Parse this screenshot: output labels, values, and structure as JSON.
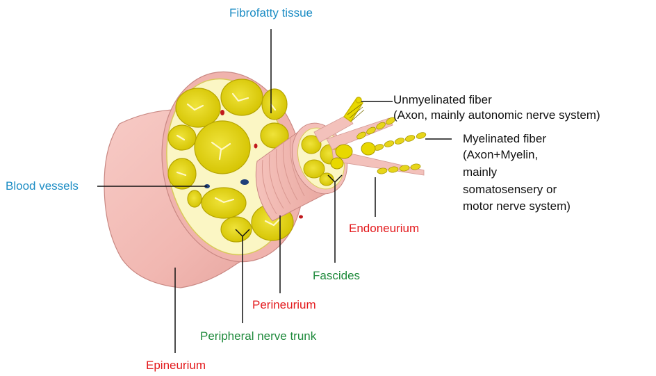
{
  "labels": {
    "fibrofatty": "Fibrofatty tissue",
    "unmyelinated_1": "Unmyelinated fiber",
    "unmyelinated_2": "(Axon, mainly autonomic  nerve system)",
    "myelinated_1": "Myelinated fiber",
    "myelinated_2": "(Axon+Myelin,",
    "myelinated_3": "mainly",
    "myelinated_4": "somatosensery or",
    "myelinated_5": "motor nerve system)",
    "blood_vessels": "Blood vessels",
    "endoneurium": "Endoneurium",
    "fascides": "Fascides",
    "perineurium": "Perineurium",
    "peripheral_trunk": "Peripheral nerve trunk",
    "epineurium": "Epineurium"
  },
  "colors": {
    "epineurium": "#f2b9b4",
    "epineurium_dark": "#e39e99",
    "fat": "#fbf6c4",
    "fascicle": "#e2d30d",
    "fascicle_dark": "#b8a800",
    "vessel_red": "#c0191d",
    "vessel_blue": "#1e3f7a",
    "label_blue": "#1b8cc4",
    "label_red": "#e3191c",
    "label_green": "#1f8a3c"
  }
}
